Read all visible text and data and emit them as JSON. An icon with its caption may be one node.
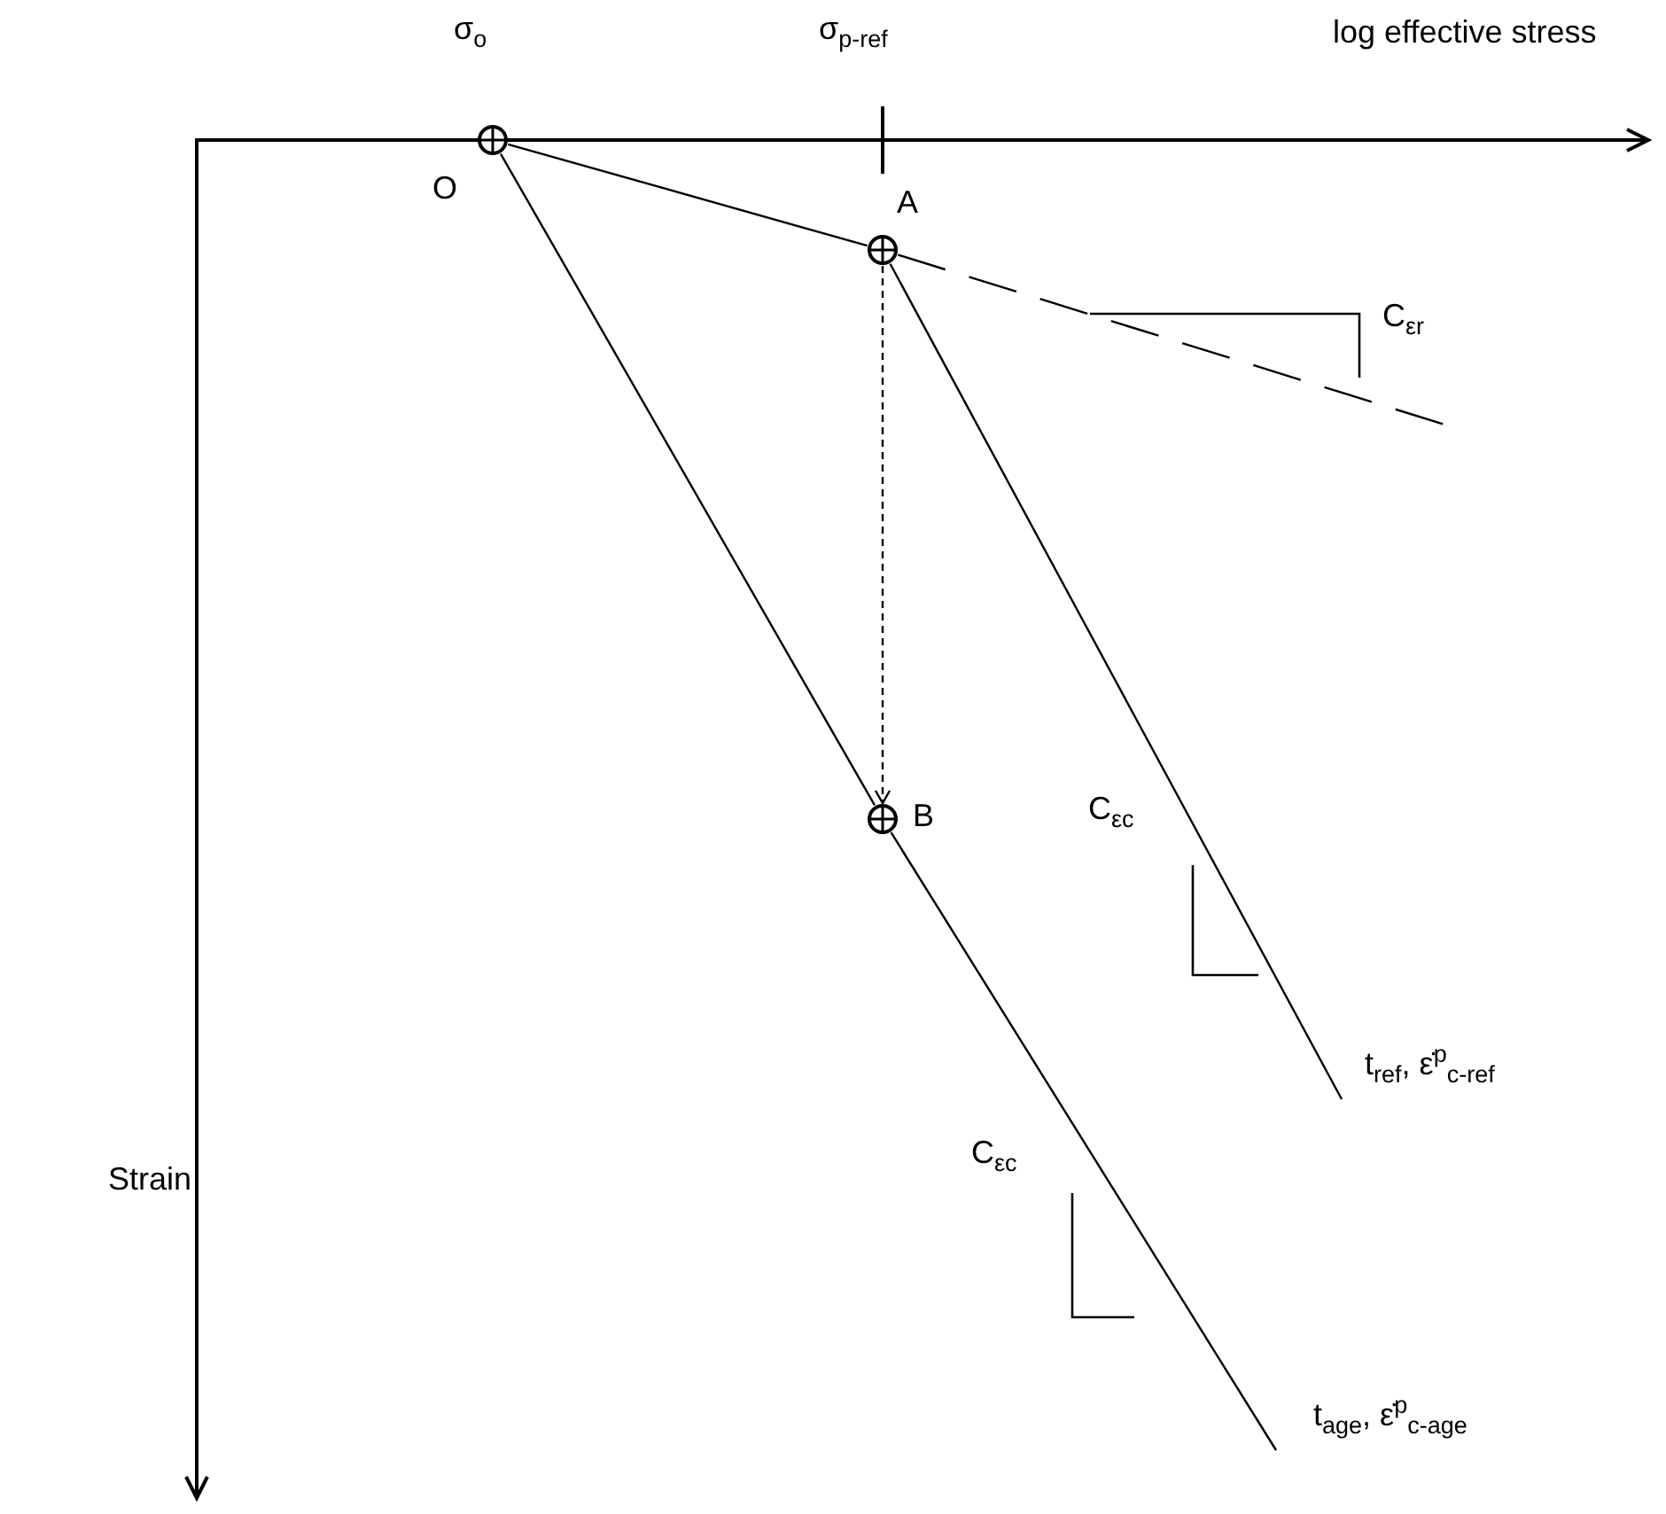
{
  "diagram": {
    "nodes": [
      {
        "text": [],
        "shape": "circle",
        "beside": [
          "O"
        ]
      },
      {
        "text": [],
        "shape": "circle",
        "beside": [
          "A"
        ]
      },
      {
        "text": [],
        "shape": "circle",
        "beside": [
          "B"
        ]
      },
      {
        "text": [
          "t$_{ref}$,  ε̇$^{p}$$_{c-ref}$"
        ]
      },
      {
        "text": [
          "t$_{age}$,  ε̇$^{p}$$_{c-age}$"
        ]
      }
    ],
    "edges": [
      {
        "from": 0,
        "to": 1,
        "arrow": "none"
      },
      {
        "from": 1,
        "to": null,
        "arrow": "none",
        "style": "dashed"
      },
      {
        "from": 1,
        "to": 3,
        "arrow": "none"
      },
      {
        "from": 0,
        "to": 2,
        "arrow": "none"
      },
      {
        "from": 2,
        "to": 4,
        "arrow": "none"
      },
      {
        "from": 1,
        "to": 2,
        "arrow": "to",
        "style": "dashed"
      }
    ],
    "labels": [
      "σ$_{o}$",
      "σ$_{p-ref}$",
      "log effective stress",
      "C$_{εr}$",
      "C$_{εc}$",
      "Strain",
      "C$_{εc}$"
    ]
  }
}
